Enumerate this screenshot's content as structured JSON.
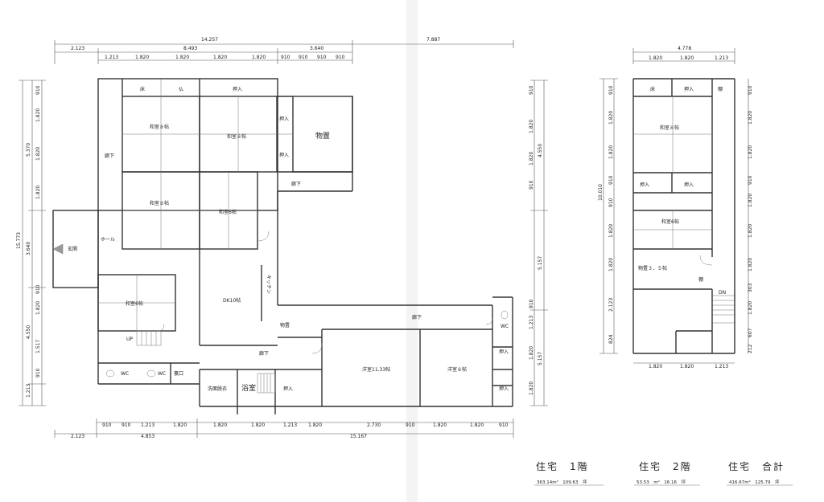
{
  "sheet": {
    "floor1": {
      "top_dims_l1": [
        "14.257",
        "7.887"
      ],
      "top_dims_l2": [
        "2.123",
        "8.493",
        "3.640"
      ],
      "top_dims_l3": [
        "1.213",
        "1.820",
        "1.820",
        "1.820",
        "1.820",
        "910",
        "910",
        "910",
        "910"
      ],
      "bottom_dims_l1": [
        "910",
        "910",
        "1.213",
        "1.820",
        "1.820",
        "1.820",
        "1.213",
        "1.820",
        "2.730",
        "910",
        "1.820",
        "1.820",
        "910"
      ],
      "bottom_dims_l2": [
        "2.123",
        "4.853",
        "15.167"
      ],
      "left_outer": [
        "15.773"
      ],
      "left_mid": [
        "5.370",
        "3.640",
        "4.550",
        "1.213"
      ],
      "left_inner": [
        "910",
        "1.820",
        "1.820",
        "1.820",
        "910",
        "1.820",
        "1.517",
        "910"
      ],
      "right_inner": [
        "910",
        "1.820",
        "1.820",
        "910",
        "910",
        "1.213",
        "1.820",
        "1.820"
      ],
      "right_mid": [
        "4.550",
        "5.157",
        "5.157"
      ],
      "rooms": {
        "toko": "床",
        "butsu": "仏",
        "oshiire": "押入",
        "washitsu8": "和室８帖",
        "washitsu6": "和室6帖",
        "monooki": "物置",
        "roka": "廊下",
        "hall": "ホール",
        "genkan": "玄関",
        "dk": "DK10帖",
        "kitchen": "キッチン",
        "up": "UP",
        "wc": "WC",
        "uraguchi": "裏口",
        "senmen": "洗面脱衣",
        "yokushitsu": "浴室",
        "yoshitsu11": "洋室11.33帖",
        "yoshitsu8": "洋室８帖"
      }
    },
    "floor2": {
      "top_dim": "4.778",
      "top_sub": [
        "1.820",
        "1.820",
        "1.213"
      ],
      "bottom_dims": [
        "1.820",
        "1.820",
        "1.213"
      ],
      "left_outer": "10.010",
      "left_inner": [
        "910",
        "1.820",
        "1.820",
        "910",
        "910",
        "1.820",
        "1.820",
        "2.123",
        "824"
      ],
      "right_dims": [
        "910",
        "1.820",
        "1.820",
        "910",
        "1.820",
        "1.820",
        "1.820",
        "303",
        "1.820",
        "607",
        "212"
      ],
      "rooms": {
        "toko": "床",
        "oshiire": "押入",
        "tana": "棚",
        "washitsu8": "和室８帖",
        "washitsu6": "和室6帖",
        "monooki": "物置３．５帖",
        "dn": "DN"
      }
    },
    "titles": {
      "t1": "住宅　1階",
      "t2": "住宅　2階",
      "t3": "住宅　合計",
      "a1": "363.14m²　109.63　坪",
      "a2": "53.53　m²　16.16　坪",
      "a3": "416.67m²　125.79　坪"
    }
  }
}
